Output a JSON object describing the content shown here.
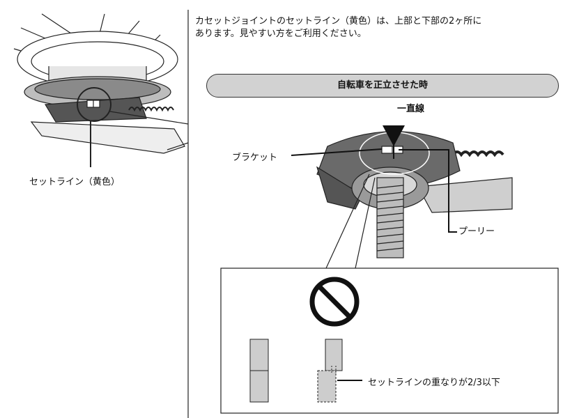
{
  "intro": {
    "line1": "カセットジョイントのセットライン（黄色）は、上部と下部の2ヶ所に",
    "line2": "あります。見やすい方をご利用ください。"
  },
  "banner": {
    "title": "自転車を正立させた時"
  },
  "labels": {
    "straight_line": "一直線",
    "bracket": "ブラケット",
    "pulley": "プーリー",
    "set_line_yellow": "セットライン（黄色）",
    "overlap_note": "セットラインの重なりが2/3以下"
  },
  "icons": {
    "prohibited": "prohibited-icon",
    "down_arrow": "down-arrow-icon"
  }
}
